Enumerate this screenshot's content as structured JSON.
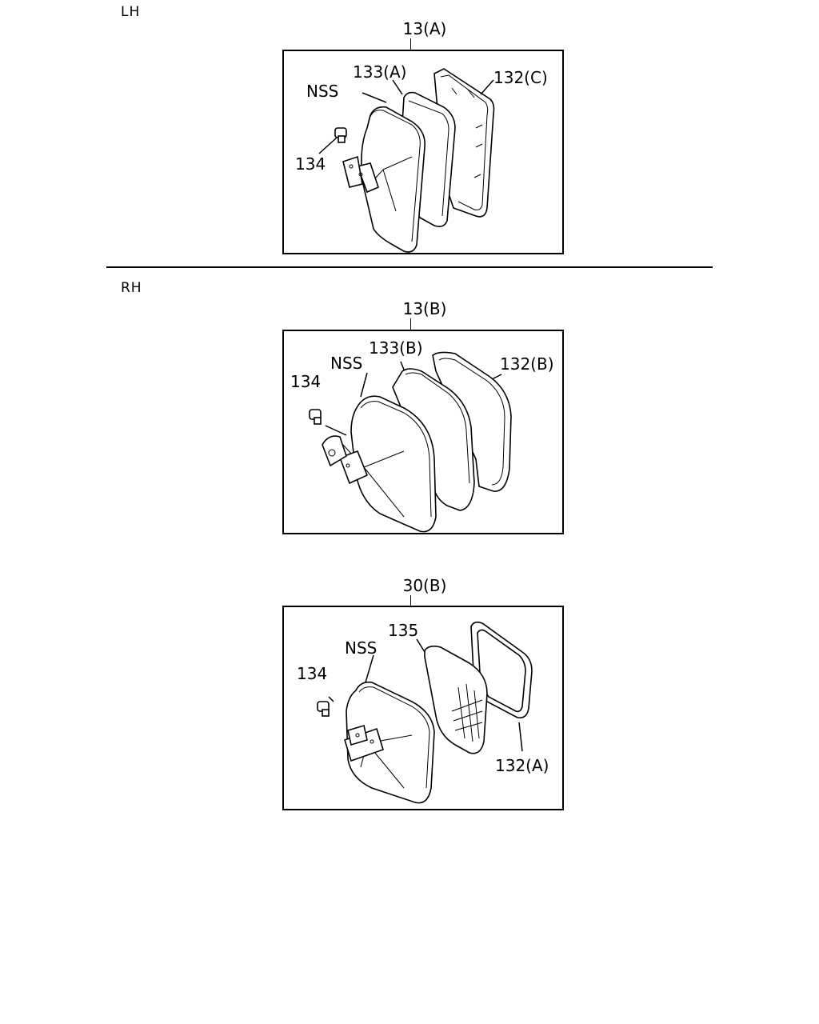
{
  "sections": {
    "lh_label": "LH",
    "rh_label": "RH"
  },
  "assemblies": [
    {
      "id": "13A",
      "title": "13(A)",
      "callouts": {
        "nss": "NSS",
        "glass": "133(A)",
        "frame": "132(C)",
        "screw": "134"
      }
    },
    {
      "id": "13B",
      "title": "13(B)",
      "callouts": {
        "nss": "NSS",
        "glass": "133(B)",
        "frame": "132(B)",
        "screw": "134"
      }
    },
    {
      "id": "30B",
      "title": "30(B)",
      "callouts": {
        "nss": "NSS",
        "glass": "135",
        "frame": "132(A)",
        "screw": "134"
      }
    }
  ]
}
